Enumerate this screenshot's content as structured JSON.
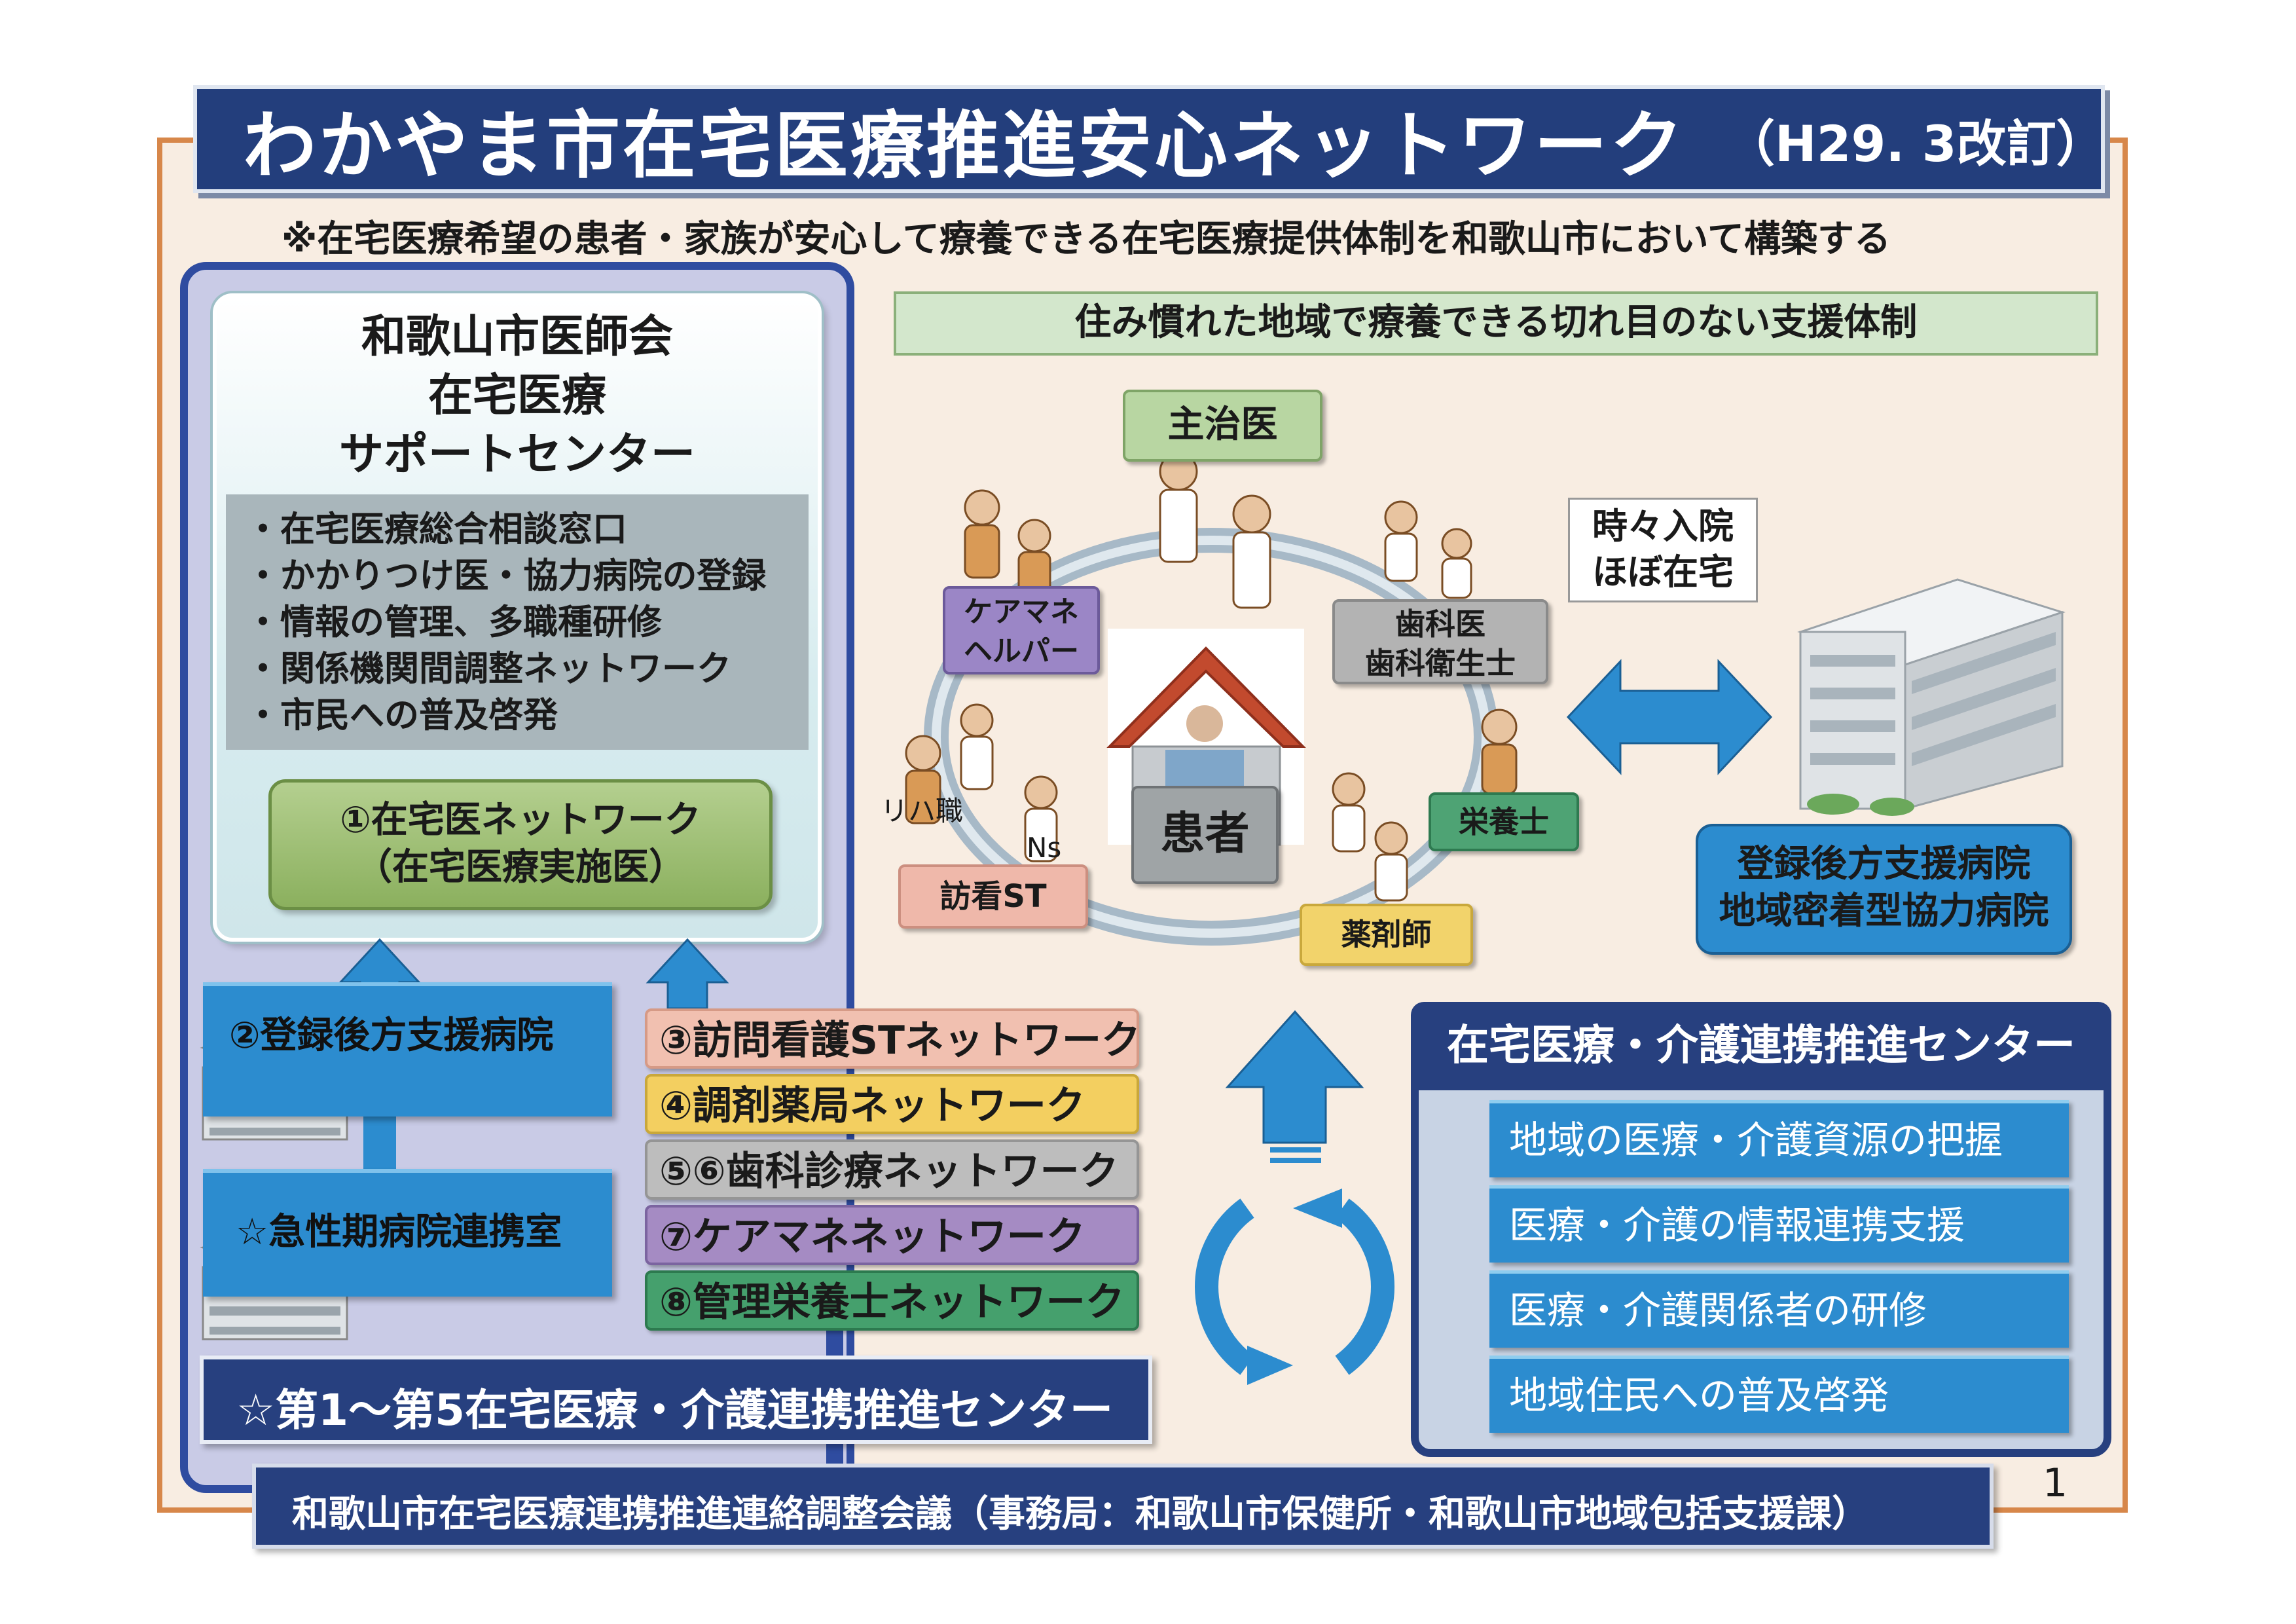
{
  "title": "わかやま市在宅医療推進安心ネットワーク",
  "title_sub": "（H29. 3改訂）",
  "subtitle": "※在宅医療希望の患者・家族が安心して療養できる在宅医療提供体制を和歌山市において構築する",
  "support_center": {
    "title_lines": [
      "和歌山市医師会",
      "在宅医療",
      "サポートセンター"
    ],
    "functions": [
      "・在宅医療総合相談窓口",
      "・かかりつけ医・協力病院の登録",
      "・情報の管理、多職種研修",
      "・関係機関間調整ネットワーク",
      "・市民への普及啓発"
    ],
    "network1_line1": "①在宅医ネットワーク",
    "network1_line2": "（在宅医療実施医）"
  },
  "hospital2": "②登録後方支援病院",
  "acute_office": "☆急性期病院連携室",
  "networks": [
    "③訪問看護STネットワーク",
    "④調剤薬局ネットワーク",
    "⑤⑥歯科診療ネットワーク",
    "⑦ケアマネネットワーク",
    "⑧管理栄養士ネットワーク"
  ],
  "centers_1_5": "☆第1～第5在宅医療・介護連携推進センター",
  "council": "和歌山市在宅医療連携推進連絡調整会議（事務局：和歌山市保健所・和歌山市地域包括支援課）",
  "page_number": "1",
  "support_system": {
    "header": "住み慣れた地域で療養できる切れ目のない支援体制",
    "attending_doctor": "主治医",
    "care_manager": [
      "ケアマネ",
      "ヘルパー"
    ],
    "dentist": [
      "歯科医",
      "歯科衛生士"
    ],
    "nutritionist": "栄養士",
    "pharmacist": "薬剤師",
    "visiting_nurse": "訪看ST",
    "rehab": "リハ職",
    "nurse": "Ns",
    "patient": "患者",
    "admission": [
      "時々入院",
      "ほぼ在宅"
    ],
    "hospital": [
      "登録後方支援病院",
      "地域密着型協力病院"
    ]
  },
  "zaitaku_center": {
    "title": "在宅医療・介護連携推進センター",
    "items": [
      "地域の医療・介護資源の把握",
      "医療・介護の情報連携支援",
      "医療・介護関係者の研修",
      "地域住民への普及啓発"
    ]
  },
  "colors": {
    "navy": "#27407f",
    "blue": "#2c8ccf",
    "green": "#5f9a6a",
    "frame_orange": "#d7874a"
  }
}
